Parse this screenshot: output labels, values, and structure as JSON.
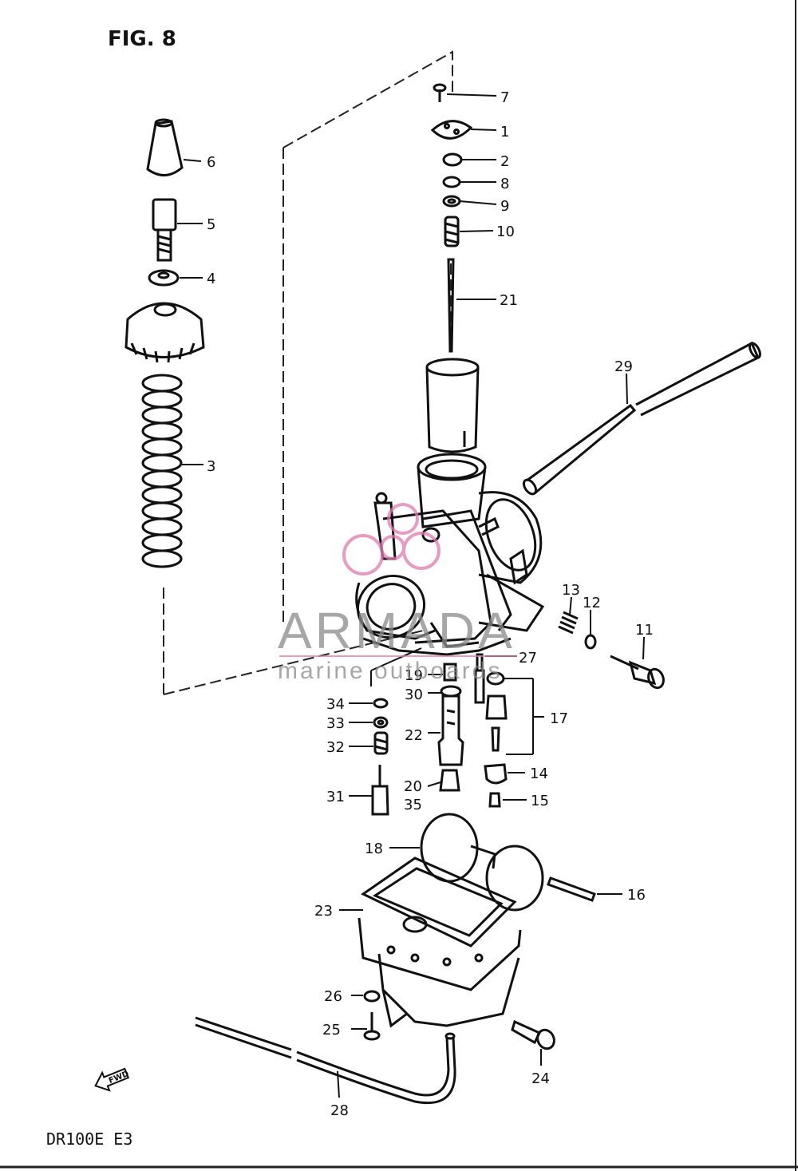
{
  "figure": {
    "title": "FIG. 8",
    "footer": "DR100E E3"
  },
  "watermark": {
    "brand": "ARMADA",
    "tagline": "marine outboards",
    "color": "#e07ab0",
    "text_color": "#8a8a8a"
  },
  "fwd_mark": "FWD",
  "callouts": {
    "c1": "1",
    "c2": "2",
    "c3": "3",
    "c4": "4",
    "c5": "5",
    "c6": "6",
    "c7": "7",
    "c8": "8",
    "c9": "9",
    "c10": "10",
    "c11": "11",
    "c12": "12",
    "c13": "13",
    "c14": "14",
    "c15": "15",
    "c16": "16",
    "c17": "17",
    "c18": "18",
    "c19": "19",
    "c20": "20",
    "c21": "21",
    "c22": "22",
    "c23": "23",
    "c24": "24",
    "c25": "25",
    "c26": "26",
    "c27": "27",
    "c28": "28",
    "c29": "29",
    "c30": "30",
    "c31": "31",
    "c32": "32",
    "c33": "33",
    "c34": "34",
    "c35": "35"
  }
}
